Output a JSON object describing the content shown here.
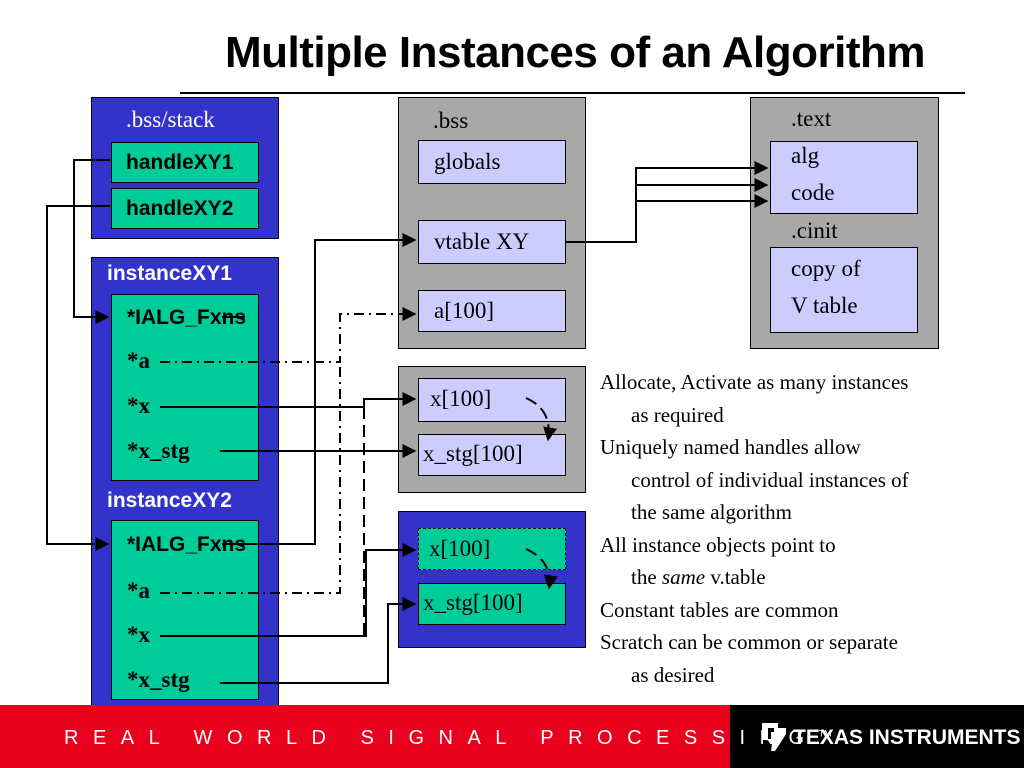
{
  "title": "Multiple Instances of an Algorithm",
  "bss_stack": {
    "label": ".bss/stack",
    "handles": [
      "handleXY1",
      "handleXY2"
    ]
  },
  "instance1": {
    "label": "instanceXY1",
    "fields": [
      "*IALG_Fxns",
      "*a",
      "*x",
      "*x_stg"
    ]
  },
  "instance2": {
    "label": "instanceXY2",
    "fields": [
      "*IALG_Fxns",
      "*a",
      "*x",
      "*x_stg"
    ]
  },
  "bss": {
    "label": ".bss",
    "globals": "globals",
    "vtable": "vtable XY",
    "a": "a[100]"
  },
  "scratch1": {
    "x": "x[100]",
    "x_stg": "x_stg[100]"
  },
  "scratch2": {
    "x": "x[100]",
    "x_stg": "x_stg[100]"
  },
  "text_section": {
    "label": ".text",
    "code_line1": "alg",
    "code_line2": "code",
    "cinit_label": ".cinit",
    "cinit_line1": "copy of",
    "cinit_line2": "V table"
  },
  "notes": {
    "n1_line1": "Allocate, Activate as many instances",
    "n1_line2": "as required",
    "n2_line1": "Uniquely named handles allow",
    "n2_line2": "control of individual instances of",
    "n2_line3": "the same algorithm",
    "n3_line1": "All instance objects point to",
    "n3_line2_pre": "the ",
    "n3_line2_em": "same",
    "n3_line2_post": " v.table",
    "n4": "Constant tables are common",
    "n5_line1": "Scratch can be common or separate",
    "n5_line2": "as desired"
  },
  "footer": {
    "tagline": "REAL WORLD SIGNAL PROCESSING",
    "trademark": "TM",
    "brand": "TEXAS INSTRUMENTS"
  },
  "colors": {
    "blue_panel": "#3333cc",
    "gray_panel": "#a8a8a8",
    "teal": "#00cc99",
    "lavender": "#ccccff",
    "footer_red": "#e8001c",
    "footer_black": "#000000"
  }
}
